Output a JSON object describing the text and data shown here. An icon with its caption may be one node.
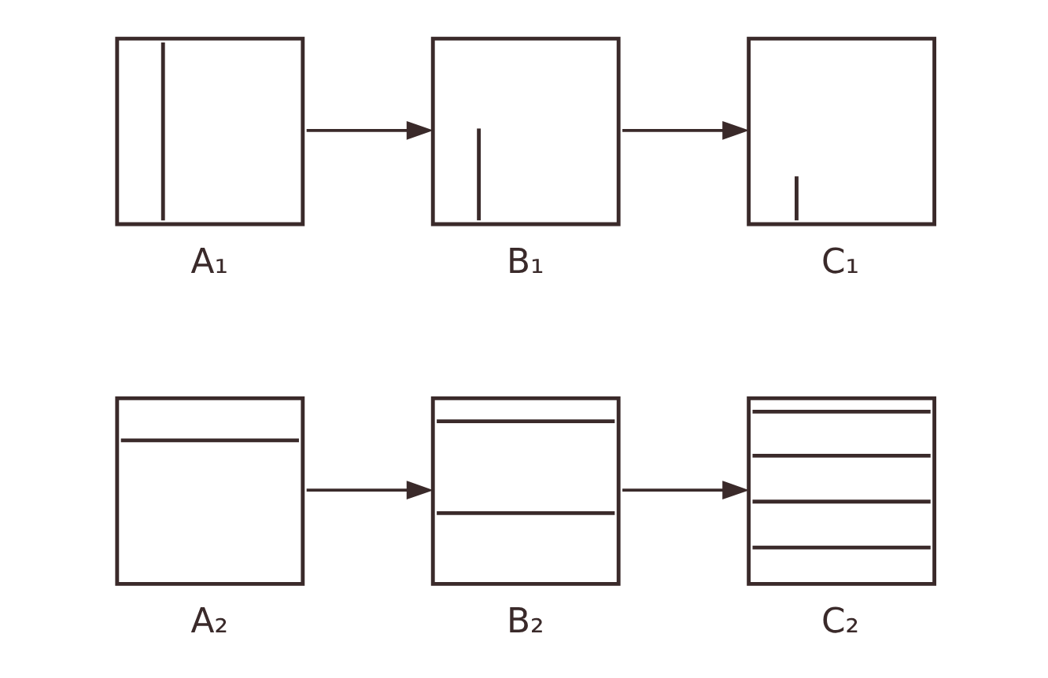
{
  "diagram": {
    "nodes": [
      {
        "text": [],
        "shape": "box",
        "beside": [
          "A₁"
        ]
      },
      {
        "text": [],
        "shape": "box",
        "beside": [
          "B₁"
        ]
      },
      {
        "text": [],
        "shape": "box",
        "beside": [
          "C₁"
        ]
      },
      {
        "text": [],
        "shape": "box",
        "beside": [
          "A₂"
        ]
      },
      {
        "text": [],
        "shape": "box",
        "beside": [
          "B₂"
        ]
      },
      {
        "text": [],
        "shape": "box",
        "beside": [
          "C₂"
        ]
      }
    ],
    "edges": [
      {
        "from": 0,
        "to": 1,
        "arrow": "to"
      },
      {
        "from": 1,
        "to": 2,
        "arrow": "to"
      },
      {
        "from": 3,
        "to": 4,
        "arrow": "to"
      },
      {
        "from": 4,
        "to": 5,
        "arrow": "to"
      }
    ]
  }
}
